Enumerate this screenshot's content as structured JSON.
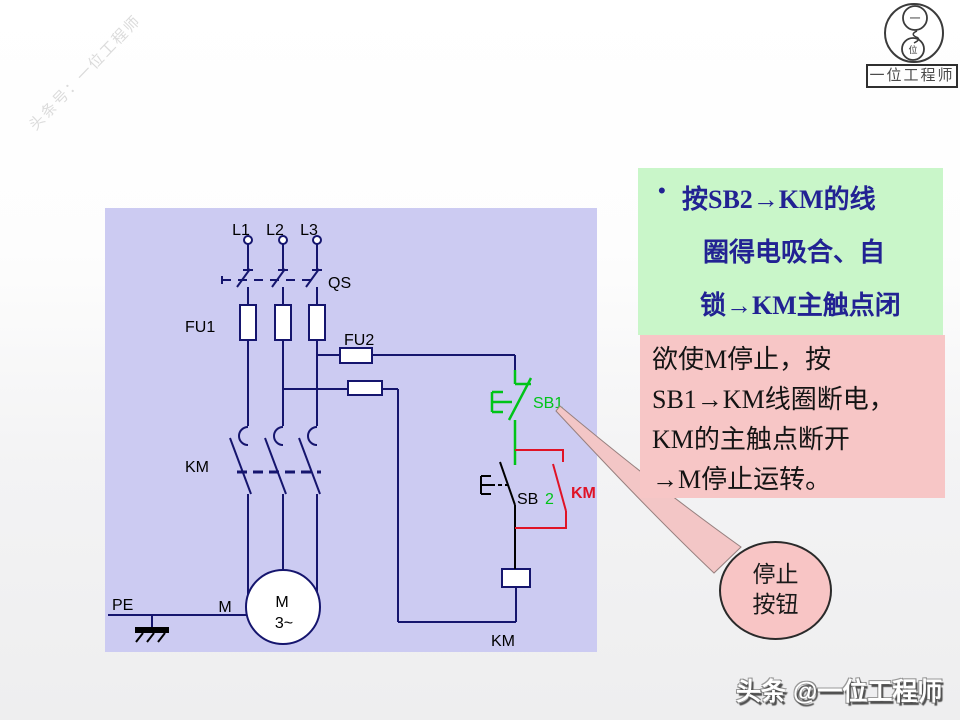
{
  "watermark": {
    "text": "头条号：一位工程师"
  },
  "logo": {
    "top_char": "一",
    "bottom_char": "位",
    "box_label": "一位工程师"
  },
  "green_box": {
    "bullet": "•",
    "lines": [
      "按SB2→KM的线",
      "圈得电吸合、自",
      "锁→KM主触点闭"
    ],
    "bg_color": "#c9f6c9",
    "text_color": "#222293"
  },
  "pink_box": {
    "lines": [
      "欲使M停止，按",
      "SB1→KM线圈断电，",
      "KM的主触点断开",
      "→M停止运转。"
    ],
    "bg_color": "#f7c6c6",
    "text_color": "#141414"
  },
  "callout": {
    "lines": [
      "停止",
      "按钮"
    ],
    "bg_color": "#f8c5c5"
  },
  "footer": {
    "text": "头条 @一位工程师"
  },
  "diagram": {
    "labels": {
      "l1": "L1",
      "l2": "L2",
      "l3": "L3",
      "qs": "QS",
      "fu1": "FU1",
      "fu2": "FU2",
      "km_main": "KM",
      "sb1": "SB1",
      "sb2_prefix": "SB",
      "sb2_suffix": "2",
      "km_aux": "KM",
      "km_coil": "KM",
      "pe": "PE",
      "m_outside": "M",
      "m_inside": "M",
      "m_phase": "3~"
    },
    "colors": {
      "panel_bg": "#cccbf2",
      "wire": "#15156e",
      "green": "#00c418",
      "red": "#e01326",
      "black": "#000000"
    }
  }
}
